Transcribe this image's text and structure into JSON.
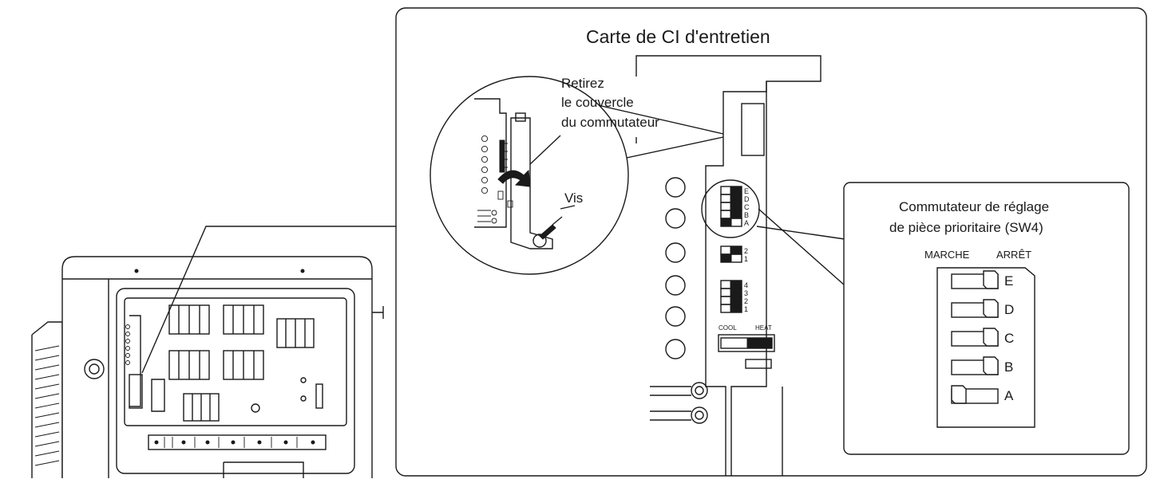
{
  "main_panel": {
    "title": "Carte de CI d'entretien"
  },
  "callout_zoom": {
    "instruction_line1": "Retirez",
    "instruction_line2": "le couvercle",
    "instruction_line3": "du commutateur",
    "screw_label": "Vis"
  },
  "pcb": {
    "switch_group_letters": [
      "E",
      "D",
      "C",
      "B",
      "A"
    ],
    "switch_group_two": [
      "2",
      "1"
    ],
    "switch_group_four": [
      "4",
      "3",
      "2",
      "1"
    ],
    "mode_cool": "COOL",
    "mode_heat": "HEAT"
  },
  "sw4_panel": {
    "title_line1": "Commutateur de réglage",
    "title_line2": "de pièce prioritaire (SW4)",
    "label_on": "MARCHE",
    "label_off": "ARRÊT",
    "switches": [
      {
        "letter": "E",
        "state": "off"
      },
      {
        "letter": "D",
        "state": "off"
      },
      {
        "letter": "C",
        "state": "off"
      },
      {
        "letter": "B",
        "state": "off"
      },
      {
        "letter": "A",
        "state": "on"
      }
    ]
  }
}
